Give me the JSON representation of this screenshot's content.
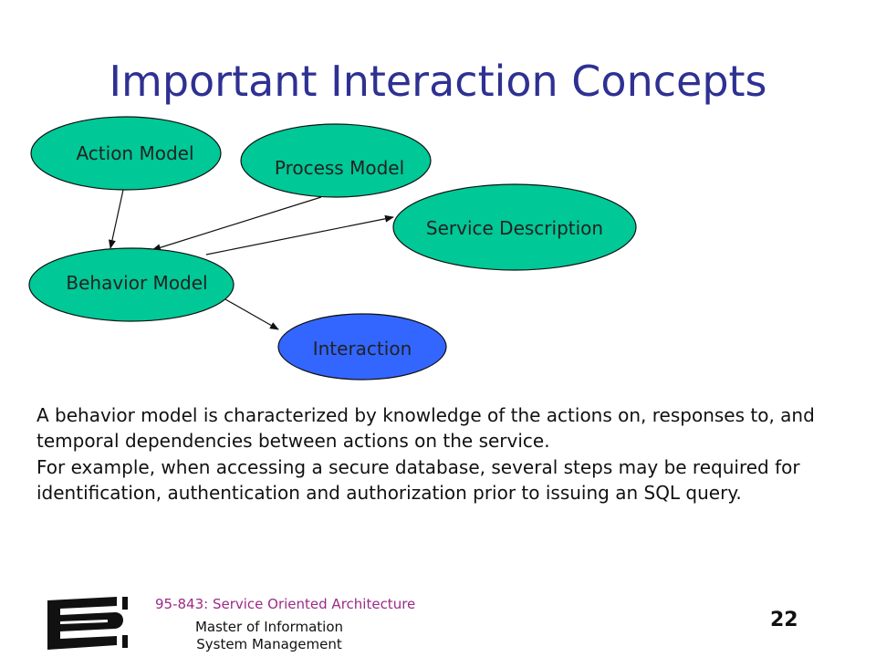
{
  "slide": {
    "title": "Important Interaction Concepts",
    "page_number": "22"
  },
  "diagram": {
    "nodes": {
      "action_model": "Action Model",
      "process_model": "Process Model",
      "service_description": "Service Description",
      "behavior_model": "Behavior Model",
      "interaction": "Interaction"
    },
    "edges": [
      {
        "from": "Action Model",
        "to": "Behavior Model"
      },
      {
        "from": "Process Model",
        "to": "Behavior Model"
      },
      {
        "from": "Behavior Model",
        "to": "Service Description"
      },
      {
        "from": "Behavior Model",
        "to": "Interaction"
      }
    ],
    "colors": {
      "model_fill": "#00c896",
      "interaction_fill": "#3366ff",
      "outline": "#111111"
    }
  },
  "body": {
    "paragraph1": "A behavior model is characterized by knowledge of the actions on, responses to, and temporal dependencies between actions on the service.",
    "paragraph2": "For example, when accessing a secure database, several steps may be required for identification, authentication and authorization prior to issuing an SQL query."
  },
  "footer": {
    "course": "95-843: Service Oriented Architecture",
    "program": "Master of Information System Management"
  },
  "colors": {
    "title": "#2e3192",
    "course_text": "#9c2a86"
  }
}
